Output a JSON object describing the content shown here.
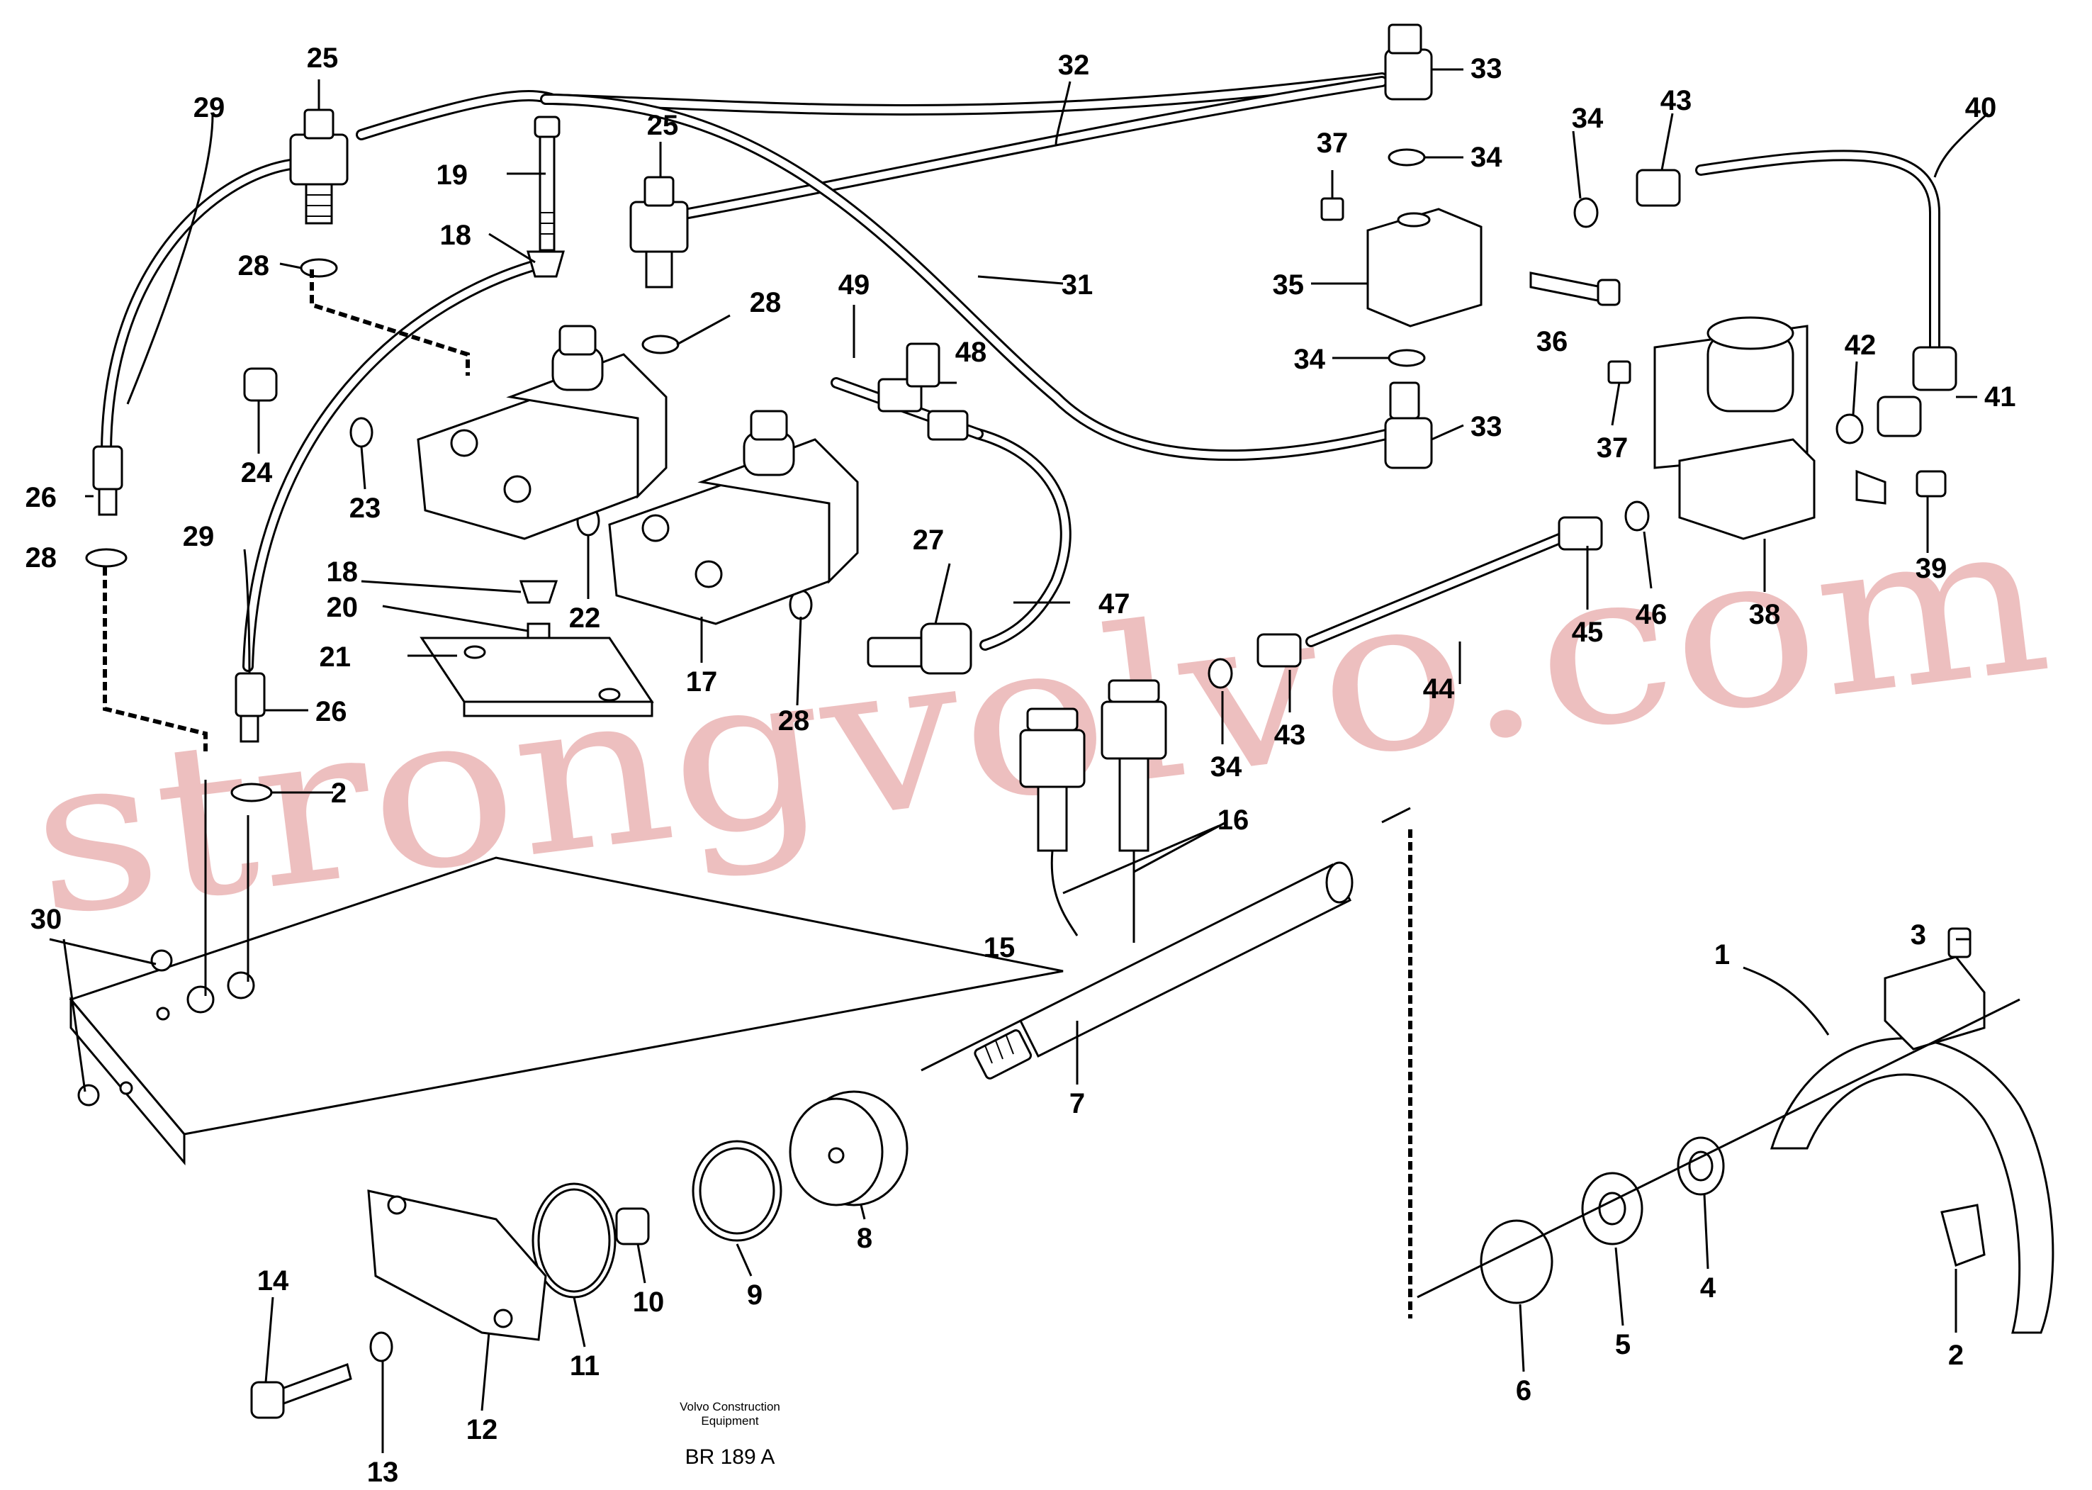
{
  "diagram": {
    "watermark": "strongvolvo.com",
    "credit_line1": "Volvo Construction",
    "credit_line2": "Equipment",
    "drawing_code": "BR 189 A",
    "callouts": [
      "1",
      "2",
      "2",
      "3",
      "4",
      "5",
      "6",
      "7",
      "8",
      "9",
      "10",
      "11",
      "12",
      "13",
      "14",
      "15",
      "16",
      "17",
      "18",
      "18",
      "19",
      "20",
      "21",
      "22",
      "23",
      "24",
      "25",
      "25",
      "26",
      "26",
      "27",
      "28",
      "28",
      "28",
      "28",
      "29",
      "29",
      "30",
      "31",
      "32",
      "33",
      "33",
      "34",
      "34",
      "34",
      "34",
      "35",
      "36",
      "37",
      "37",
      "38",
      "39",
      "40",
      "41",
      "42",
      "43",
      "43",
      "44",
      "45",
      "46",
      "47",
      "48",
      "49"
    ]
  }
}
